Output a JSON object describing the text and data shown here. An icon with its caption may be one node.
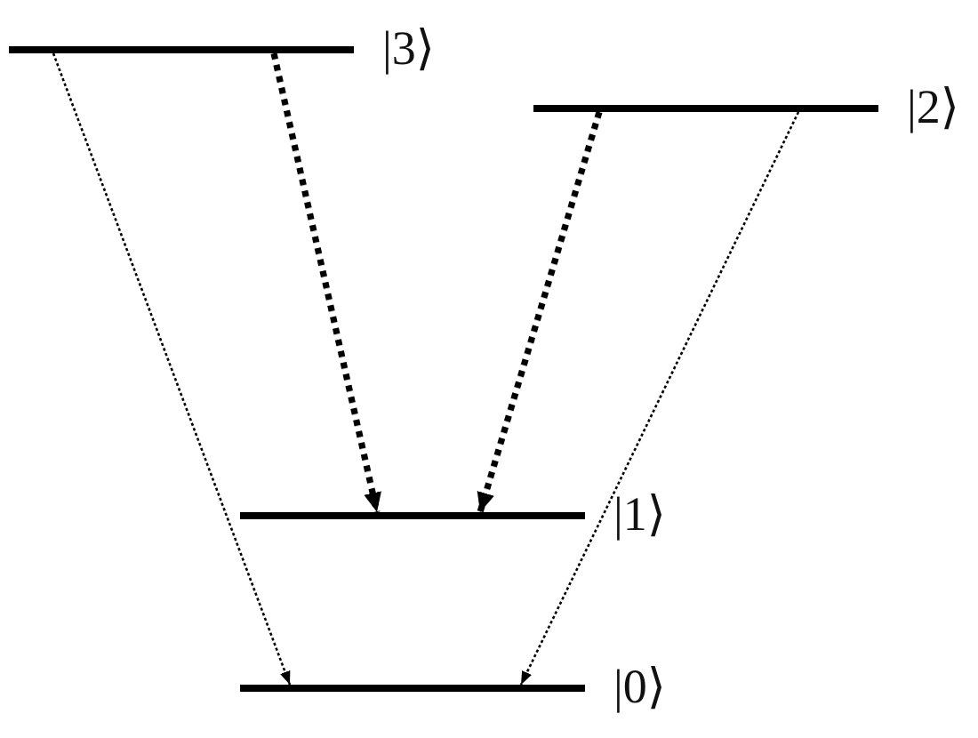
{
  "diagram": {
    "nodes": [
      {
        "text": [],
        "shape": "bar",
        "beside": [
          "|3⟩"
        ]
      },
      {
        "text": [],
        "shape": "bar",
        "beside": [
          "|2⟩"
        ]
      },
      {
        "text": [],
        "shape": "bar",
        "beside": [
          "|1⟩"
        ]
      },
      {
        "text": [],
        "shape": "bar",
        "beside": [
          "|0⟩"
        ]
      }
    ],
    "edges": [
      {
        "from": 0,
        "to": 3,
        "arrow": "to",
        "style": "dashed"
      },
      {
        "from": 0,
        "to": 2,
        "arrow": "to",
        "style": "thick"
      },
      {
        "from": 1,
        "to": 2,
        "arrow": "to",
        "style": "thick"
      },
      {
        "from": 1,
        "to": 3,
        "arrow": "to",
        "style": "dashed"
      }
    ]
  }
}
